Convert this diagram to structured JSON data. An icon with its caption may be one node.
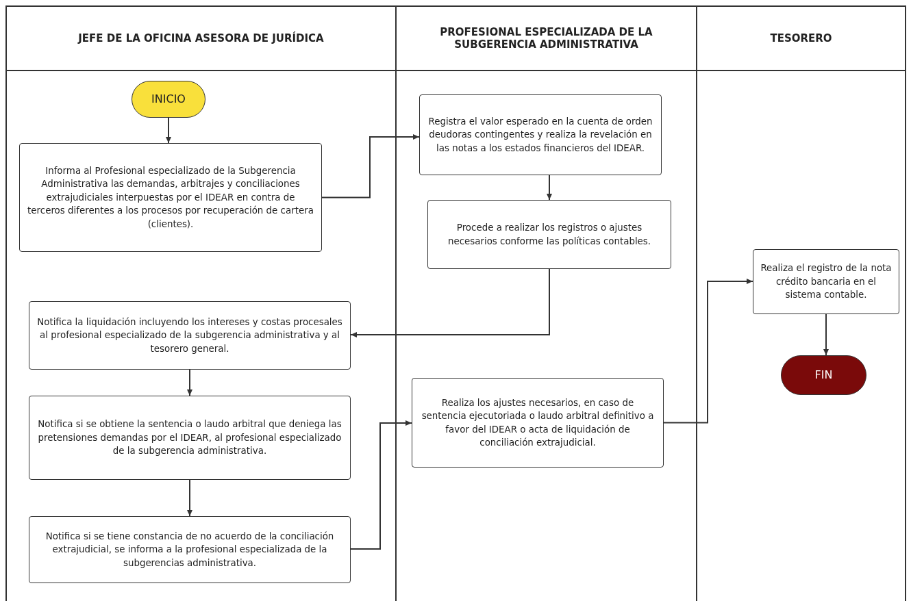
{
  "diagram": {
    "nodes": [
      {
        "text": [
          "JEFE DE LA OFICINA ASESORA DE JURÍDICA"
        ]
      },
      {
        "text": [
          "PROFESIONAL ESPECIALIZADA DE LA SUBGERENCIA ADMINISTRATIVA"
        ]
      },
      {
        "text": [
          "TESORERO"
        ]
      },
      {
        "text": [
          "INICIO"
        ],
        "in": 0
      },
      {
        "text": [
          "Informa al Profesional especializado de la Subgerencia Administrativa las demandas, arbitrajes y conciliaciones extrajudiciales interpuestas por el IDEAR en contra de terceros diferentes a los procesos por recuperación de cartera (clientes)."
        ],
        "in": 0
      },
      {
        "text": [
          "Registra el valor esperado en la cuenta de orden deudoras contingentes y realiza la revelación en las notas a los estados financieros del IDEAR."
        ],
        "in": 1
      },
      {
        "text": [
          "Procede a realizar los registros o ajustes necesarios conforme las políticas contables."
        ],
        "in": 1
      },
      {
        "text": [
          "Realiza el registro de la nota crédito bancaria en el sistema contable."
        ],
        "in": 2
      },
      {
        "text": [
          "FIN"
        ],
        "in": 2
      },
      {
        "text": [
          "Notifica la liquidación incluyendo los intereses y costas procesales al profesional especializado de la subgerencia administrativa y al tesorero general."
        ],
        "in": 0
      },
      {
        "text": [
          "Notifica si se obtiene la sentencia o laudo arbitral que deniega las pretensiones demandas por el IDEAR, al profesional especializado de la subgerencia administrativa."
        ],
        "in": 0
      },
      {
        "text": [
          "Notifica si se tiene constancia de no acuerdo de la conciliación extrajudicial, se informa a la profesional especializada de la subgerencias administrativa."
        ],
        "in": 0
      },
      {
        "text": [
          "Realiza los ajustes necesarios, en caso de sentencia ejecutoriada o laudo arbitral definitivo a favor del IDEAR o acta de liquidación de conciliación extrajudicial."
        ],
        "in": 1
      }
    ],
    "edges": [
      {
        "from": 3,
        "to": 4,
        "arrow": "to"
      },
      {
        "from": 4,
        "to": 5,
        "arrow": "to"
      },
      {
        "from": 5,
        "to": 6,
        "arrow": "to"
      },
      {
        "from": 6,
        "to": 9,
        "arrow": "to"
      },
      {
        "from": 9,
        "to": 10,
        "arrow": "to"
      },
      {
        "from": 10,
        "to": 11,
        "arrow": "to"
      },
      {
        "from": 11,
        "to": 12,
        "arrow": "to"
      },
      {
        "from": 12,
        "to": 7,
        "arrow": "to"
      },
      {
        "from": 7,
        "to": 8,
        "arrow": "to"
      }
    ]
  }
}
